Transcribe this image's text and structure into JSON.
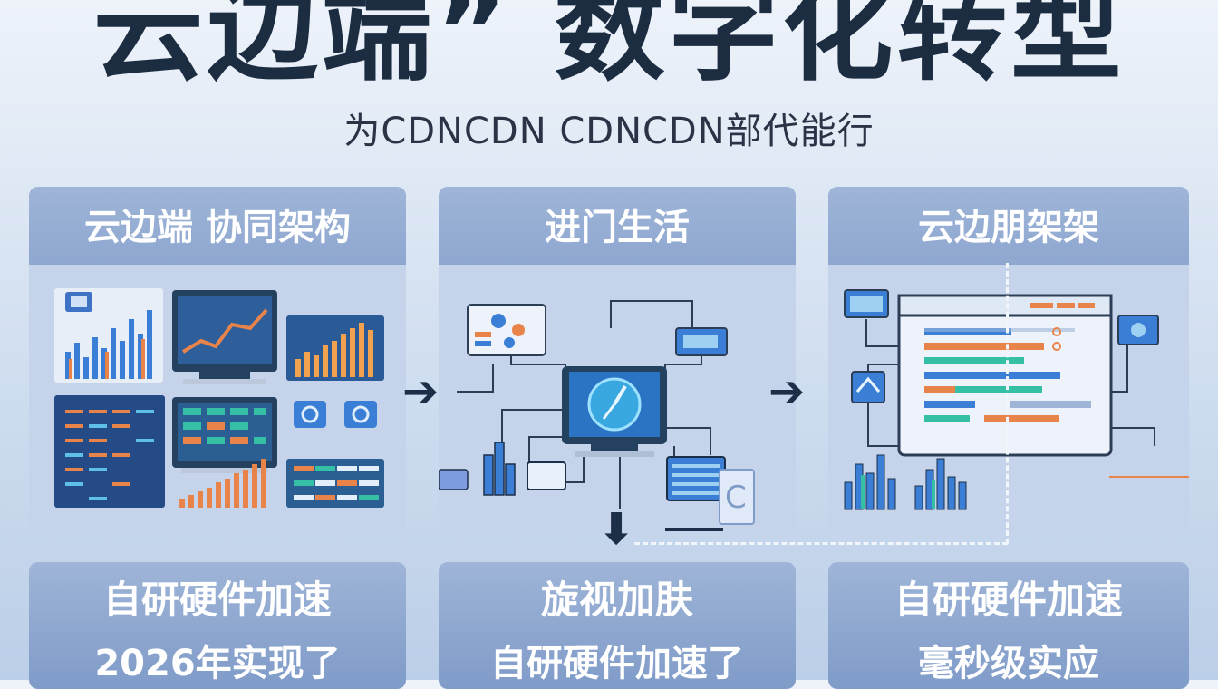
{
  "header": {
    "title": "云边端” 数字化转型",
    "subtitle": "为CDNCDN CDNCDN部代能行"
  },
  "panels": [
    {
      "title": "云边端 协同架构"
    },
    {
      "title": "进门生活"
    },
    {
      "title": "云边朋架架"
    }
  ],
  "cards": [
    {
      "title": "自研硬件加速",
      "text": "2026年实现了"
    },
    {
      "title": "旋视加肤",
      "text": "自研硬件加速了"
    },
    {
      "title": "自研硬件加速",
      "text": "毫秒级实应"
    }
  ],
  "colors": {
    "accent": "#3a7fd5",
    "orange": "#e8834a",
    "teal": "#2fb39a",
    "navy": "#1c2d42"
  }
}
